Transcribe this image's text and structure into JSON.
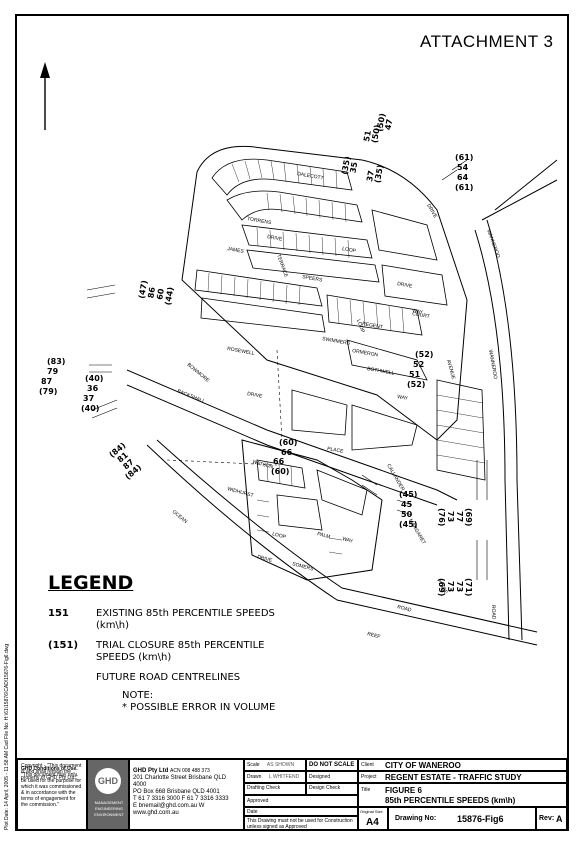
{
  "header": {
    "attachment": "ATTACHMENT 3"
  },
  "streets": [
    "TORRENS",
    "JAMES",
    "DRIVE",
    "DALECOTT",
    "LOOP",
    "TERRACE",
    "SPEERS",
    "DRIVE",
    "LOOP",
    "ROSEWELL",
    "SWIMMERS",
    "ORMERON",
    "BOWMORE",
    "DRIVE",
    "BACKSHALL",
    "REGENT",
    "WAY",
    "WAY",
    "BOTHWELL",
    "COURT",
    "AVENUE",
    "WANNEROO",
    "WANNEROO",
    "DRIVE",
    "ROAD",
    "OCEAN",
    "REEF",
    "ROAD",
    "MARGARET",
    "PLACE",
    "CALLANDER",
    "PLACE",
    "WIDHURST",
    "WATSON",
    "LOOP",
    "PALM",
    "WAY",
    "DRIVE",
    "SOMERS"
  ],
  "speeds": [
    {
      "text": "(50)"
    },
    {
      "text": "47"
    },
    {
      "text": "51"
    },
    {
      "text": "(50)"
    },
    {
      "text": "(35)"
    },
    {
      "text": "35"
    },
    {
      "text": "37"
    },
    {
      "text": "(35)"
    },
    {
      "text": "(61)"
    },
    {
      "text": "54"
    },
    {
      "text": "64"
    },
    {
      "text": "(61)"
    },
    {
      "text": "(47)"
    },
    {
      "text": "86"
    },
    {
      "text": "60"
    },
    {
      "text": "(44)"
    },
    {
      "text": "(52)"
    },
    {
      "text": "52"
    },
    {
      "text": "51"
    },
    {
      "text": "(52)"
    },
    {
      "text": "(83)"
    },
    {
      "text": "79"
    },
    {
      "text": "87"
    },
    {
      "text": "(79)"
    },
    {
      "text": "(40)"
    },
    {
      "text": "36"
    },
    {
      "text": "37"
    },
    {
      "text": "(40)"
    },
    {
      "text": "(84)"
    },
    {
      "text": "81"
    },
    {
      "text": "87"
    },
    {
      "text": "(84)"
    },
    {
      "text": "(60)"
    },
    {
      "text": "66"
    },
    {
      "text": "66"
    },
    {
      "text": "(60)"
    },
    {
      "text": "(45)"
    },
    {
      "text": "45"
    },
    {
      "text": "50"
    },
    {
      "text": "(45)"
    },
    {
      "text": "(76)"
    },
    {
      "text": "73"
    },
    {
      "text": "77"
    },
    {
      "text": "(69)"
    },
    {
      "text": "(69)"
    },
    {
      "text": "73"
    },
    {
      "text": "73"
    },
    {
      "text": "(71)"
    }
  ],
  "legend": {
    "title": "LEGEND",
    "existing_key": "151",
    "existing_desc": "EXISTING 85th PERCENTILE SPEEDS (km\\h)",
    "trial_key": "(151)",
    "trial_desc": "TRIAL CLOSURE 85th PERCENTILE SPEEDS (km\\h)",
    "future": "FUTURE ROAD CENTRELINES"
  },
  "note": {
    "label": "NOTE:",
    "text": "* POSSIBLE ERROR IN VOLUME"
  },
  "side_text": "Plot Date: 14 April, 2005 - 11:58 AM   Cad File No: H:\\61\\15876\\CAD\\15876-Fig6.dwg",
  "title_block": {
    "copyright": "Copyright - \"This document is and shall remain the property of GHD Pty Ltd.\"",
    "conditions_title": "GHD Conditions of Use.",
    "conditions": "\"This document may only be used for the purpose for which it was commissioned & in accordance with the terms of engagement for the commission.\"",
    "logo": "GHD",
    "logo_sub": "MANAGEMENT ENGINEERING ENVIRONMENT",
    "company": "GHD Pty Ltd",
    "abn": "ACN 008 488 373",
    "address1": "201 Charlotte Street Brisbane QLD 4000",
    "address2": "PO Box 668 Brisbane QLD 4001",
    "phone": "T 61 7 3316 3000  F 61 7 3316 3333",
    "email": "E bnemail@ghd.com.au  W www.ghd.com.au",
    "scale_label": "Scale",
    "scale_value": "AS SHOWN",
    "drawn_label": "Drawn",
    "drawn_value": "L WHITFEND",
    "drafting_label": "Drafting Check",
    "approved_label": "Approved",
    "date_label": "Date",
    "do_not_scale": "DO NOT SCALE",
    "designed_label": "Designed",
    "design_check_label": "Design Check",
    "disclaimer": "This Drawing must not be used for Construction unless signed as Approved",
    "client_label": "Client",
    "client_value": "CITY OF WANEROO",
    "project_label": "Project",
    "project_value": "REGENT ESTATE - TRAFFIC STUDY",
    "title_label": "Title",
    "title_line1": "FIGURE 6",
    "title_line2": "85th PERCENTILE SPEEDS (km\\h)",
    "size_label": "Original Size",
    "size_value": "A4",
    "drawing_no_label": "Drawing No:",
    "drawing_no_value": "15876-Fig6",
    "rev_label": "Rev:",
    "rev_value": "A"
  }
}
